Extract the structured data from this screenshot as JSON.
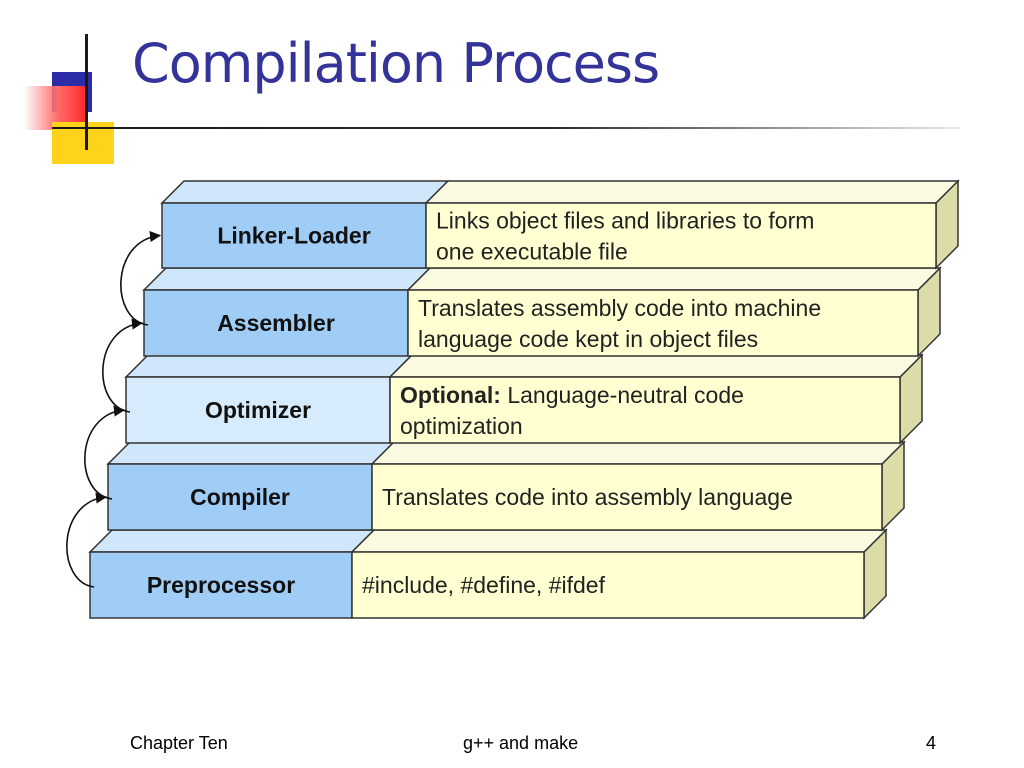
{
  "slide": {
    "title": "Compilation Process"
  },
  "stages": [
    {
      "name": "Linker-Loader",
      "description_lines": [
        "Links object files and libraries to form",
        "one executable file"
      ]
    },
    {
      "name": "Assembler",
      "description_lines": [
        "Translates assembly code into machine",
        "language code kept in object files"
      ]
    },
    {
      "name": "Optimizer",
      "description_bold": "Optional:",
      "description_lines": [
        " Language-neutral code",
        "optimization"
      ]
    },
    {
      "name": "Compiler",
      "description_lines": [
        "Translates code into assembly language"
      ]
    },
    {
      "name": "Preprocessor",
      "description_lines": [
        "#include, #define, #ifdef"
      ]
    }
  ],
  "footer": {
    "left": "Chapter Ten",
    "center": "g++ and make",
    "page_number": "4"
  },
  "colors": {
    "title": "#33339a",
    "stage_label_fill": "#9fcdf6",
    "stage_label_fill_optional": "#d6ecfc",
    "stage_desc_fill": "#ffffd2",
    "outline": "#333333"
  }
}
